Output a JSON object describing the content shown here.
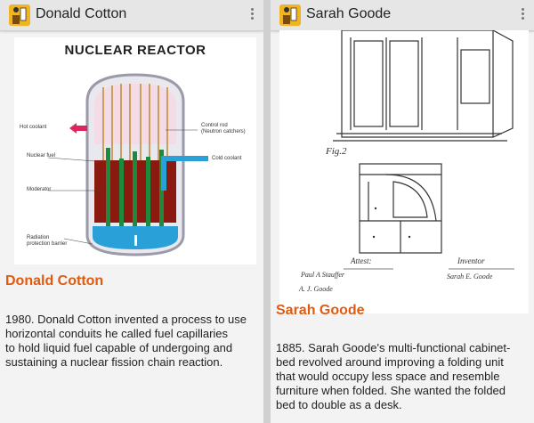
{
  "left_pane": {
    "app_title": "Donald Cotton",
    "image": {
      "title": "NUCLEAR REACTOR",
      "labels": {
        "hot_coolant": "Hot coolant",
        "nuclear_fuel": "Nuclear fuel",
        "moderator": "Moderator",
        "radiation_barrier_line1": "Radiation",
        "radiation_barrier_line2": "protection barrier",
        "control_rod_line1": "Control rod",
        "control_rod_line2": "(Neutron catchers)",
        "cold_coolant": "Cold coolant"
      }
    },
    "subject_name": "Donald Cotton",
    "description": [
      "1980. Donald Cotton invented a process to use",
      "horizontal conduits he called fuel capillaries",
      "to hold liquid fuel capable of undergoing and",
      "sustaining a nuclear fission chain reaction."
    ]
  },
  "right_pane": {
    "app_title": "Sarah Goode",
    "image": {
      "fig_label": "Fig.2",
      "attest": "Attest:",
      "inventor": "Inventor",
      "sig_witness1": "Paul A Stauffer",
      "sig_witness2": "A. J. Goode",
      "sig_inventor": "Sarah E. Goode"
    },
    "subject_name": "Sarah Goode",
    "description": [
      "1885. Sarah Goode's multi-functional cabinet-",
      "bed revolved around improving a folding unit",
      "that would occupy less space and resemble",
      "furniture when folded. She wanted the folded",
      "bed to double as a desk."
    ]
  },
  "colors": {
    "accent": "#e05a10",
    "hot_coolant": "#e0245e",
    "cold_coolant": "#2aa0d8",
    "fuel_rod": "#1e8a3c",
    "moderator": "#8a1a10"
  }
}
